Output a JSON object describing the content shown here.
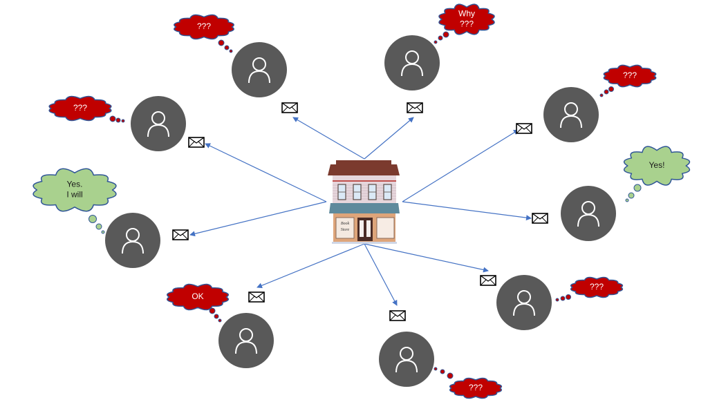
{
  "diagram": {
    "title": "Book store sending messages to customers",
    "store": {
      "sign_line1": "Book",
      "sign_line2": "Store",
      "icon": "storefront-icon"
    },
    "colors": {
      "arrow": "#4472c4",
      "person_fill": "#595959",
      "person_glyph": "#ffffff",
      "bubble_negative_fill": "#c00000",
      "bubble_positive_fill": "#a9d18e",
      "bubble_outline": "#2f5597",
      "bubble_negative_text": "#ffffff",
      "bubble_positive_text": "#1a1a1a"
    },
    "customers": [
      {
        "id": "c1",
        "response": "???",
        "sentiment": "negative"
      },
      {
        "id": "c2",
        "response": "Why\n???",
        "sentiment": "negative"
      },
      {
        "id": "c3",
        "response": "???",
        "sentiment": "negative"
      },
      {
        "id": "c4",
        "response": "???",
        "sentiment": "negative"
      },
      {
        "id": "c5",
        "response": "Yes!",
        "sentiment": "positive"
      },
      {
        "id": "c6",
        "response": "Yes.\nI will",
        "sentiment": "positive"
      },
      {
        "id": "c7",
        "response": "???",
        "sentiment": "negative"
      },
      {
        "id": "c8",
        "response": "OK",
        "sentiment": "negative"
      },
      {
        "id": "c9",
        "response": "???",
        "sentiment": "negative"
      }
    ],
    "message_icon": "envelope-icon",
    "person_icon": "person-icon"
  }
}
